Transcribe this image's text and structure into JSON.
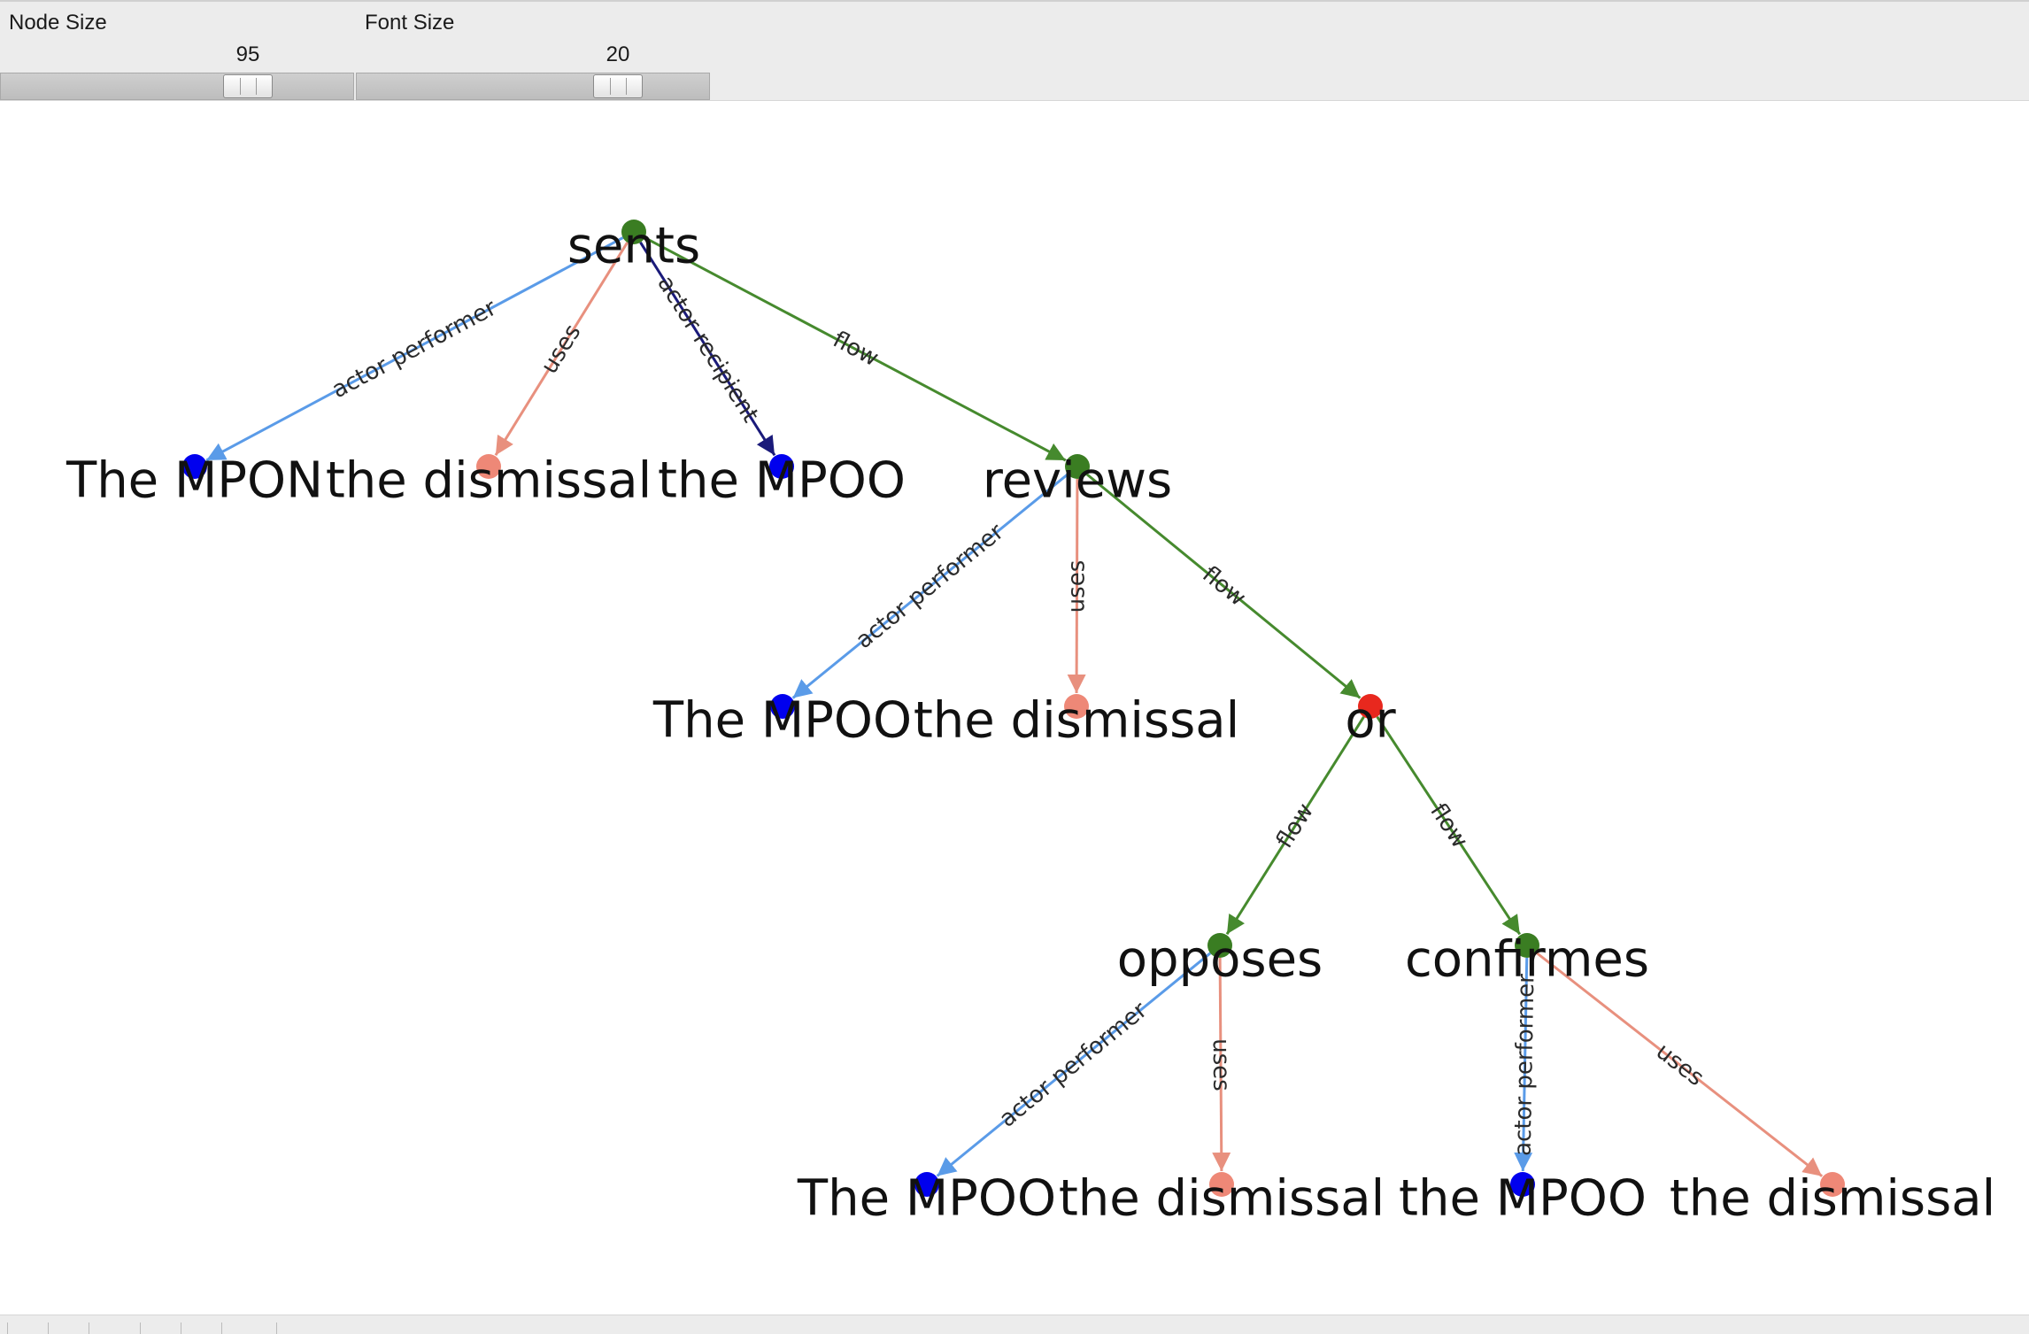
{
  "controls": {
    "node_size": {
      "label": "Node Size",
      "value": "95",
      "fraction": 0.7
    },
    "font_size": {
      "label": "Font Size",
      "value": "20",
      "fraction": 0.74
    }
  },
  "colors": {
    "green": "#3a7d22",
    "red": "#e8281e",
    "blue": "#0000ee",
    "salmon": "#ee8877",
    "edge_actor_performer": "#5a9be8",
    "edge_uses": "#e8907e",
    "edge_actor_recipient": "#1a1a7a",
    "edge_flow": "#468a2e"
  },
  "graph": {
    "nodes": [
      {
        "id": "n0",
        "label": "sents",
        "color": "green"
      },
      {
        "id": "n1",
        "label": "The MPON",
        "color": "blue"
      },
      {
        "id": "n2",
        "label": "the dismissal",
        "color": "salmon"
      },
      {
        "id": "n3",
        "label": "the MPOO",
        "color": "blue"
      },
      {
        "id": "n4",
        "label": "reviews",
        "color": "green"
      },
      {
        "id": "n5",
        "label": "The MPOO",
        "color": "blue"
      },
      {
        "id": "n6",
        "label": "the dismissal",
        "color": "salmon"
      },
      {
        "id": "n7",
        "label": "or",
        "color": "red"
      },
      {
        "id": "n8",
        "label": "opposes",
        "color": "green"
      },
      {
        "id": "n9",
        "label": "confirmes",
        "color": "green"
      },
      {
        "id": "n10",
        "label": "The MPOO",
        "color": "blue"
      },
      {
        "id": "n11",
        "label": "the dismissal",
        "color": "salmon"
      },
      {
        "id": "n12",
        "label": "the MPOO",
        "color": "blue"
      },
      {
        "id": "n13",
        "label": "the dismissal",
        "color": "salmon"
      }
    ],
    "edges": [
      {
        "from": "n0",
        "to": "n1",
        "label": "actor performer",
        "color": "edge_actor_performer"
      },
      {
        "from": "n0",
        "to": "n2",
        "label": "uses",
        "color": "edge_uses"
      },
      {
        "from": "n0",
        "to": "n3",
        "label": "actor recipient",
        "color": "edge_actor_recipient"
      },
      {
        "from": "n0",
        "to": "n4",
        "label": "flow",
        "color": "edge_flow"
      },
      {
        "from": "n4",
        "to": "n5",
        "label": "actor performer",
        "color": "edge_actor_performer"
      },
      {
        "from": "n4",
        "to": "n6",
        "label": "uses",
        "color": "edge_uses"
      },
      {
        "from": "n4",
        "to": "n7",
        "label": "flow",
        "color": "edge_flow"
      },
      {
        "from": "n7",
        "to": "n8",
        "label": "flow",
        "color": "edge_flow"
      },
      {
        "from": "n7",
        "to": "n9",
        "label": "flow",
        "color": "edge_flow"
      },
      {
        "from": "n8",
        "to": "n10",
        "label": "actor performer",
        "color": "edge_actor_performer"
      },
      {
        "from": "n8",
        "to": "n11",
        "label": "uses",
        "color": "edge_uses"
      },
      {
        "from": "n9",
        "to": "n12",
        "label": "actor performer",
        "color": "edge_actor_performer"
      },
      {
        "from": "n9",
        "to": "n13",
        "label": "uses",
        "color": "edge_uses"
      }
    ]
  }
}
